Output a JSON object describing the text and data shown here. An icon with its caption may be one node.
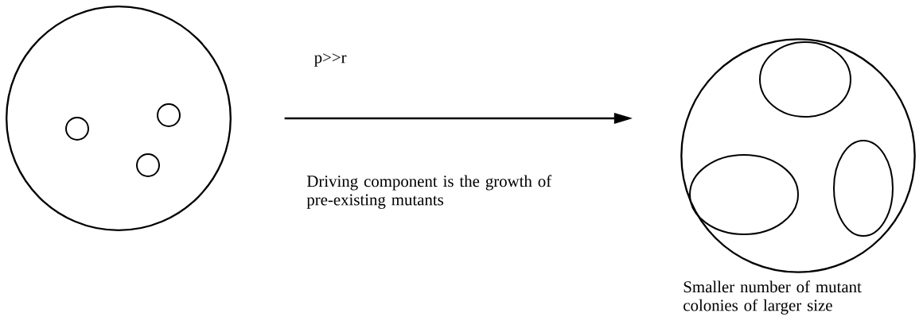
{
  "diagram": {
    "nodes": [
      {
        "text": [],
        "shape": "circle"
      },
      {
        "text": [],
        "shape": "circle",
        "beside": [
          "Smaller number of mutant colonies of larger size"
        ]
      }
    ],
    "edges": [
      {
        "from": 0,
        "to": 1,
        "arrow": "to",
        "label": "p>>r"
      }
    ],
    "labels": [
      "Driving component is the growth of pre-existing mutants"
    ]
  }
}
